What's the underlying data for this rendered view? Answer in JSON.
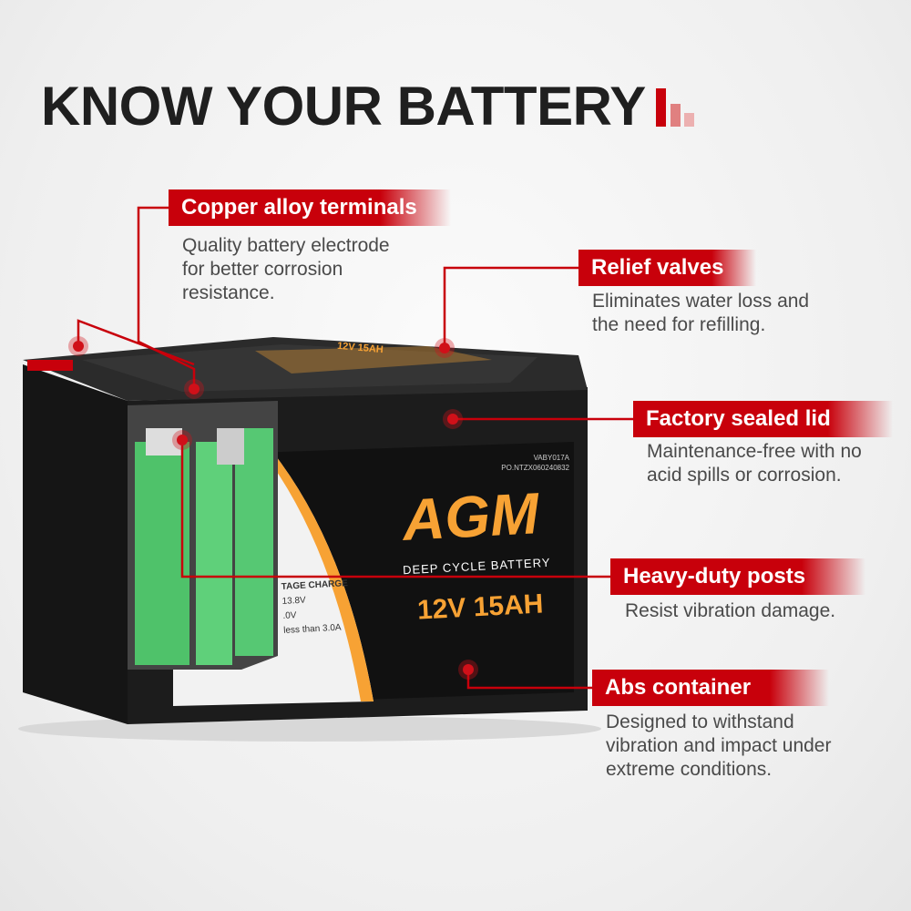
{
  "title": "KNOW YOUR BATTERY",
  "colors": {
    "accent": "#c8000b",
    "orange": "#f7a234",
    "battery": "#1a1a1a",
    "cells": "#4fc26a"
  },
  "battery_label": {
    "brand": "AGM",
    "subtitle": "DEEP CYCLE BATTERY",
    "rating": "12V 15AH",
    "model": "VABY017A",
    "po": "PO.NTZX060240832",
    "charge_heading": "TAGE CHARGE",
    "charge_lines": [
      "13.8V",
      ".0V",
      "less than 3.0A"
    ],
    "top_label": "12V 15AH"
  },
  "callouts": [
    {
      "label": "Copper alloy terminals",
      "desc": [
        "Quality battery electrode",
        "for better corrosion",
        "resistance."
      ]
    },
    {
      "label": "Relief valves",
      "desc": [
        "Eliminates water loss and",
        "the need for refilling."
      ]
    },
    {
      "label": "Factory sealed lid",
      "desc": [
        "Maintenance-free with no",
        "acid spills or corrosion."
      ]
    },
    {
      "label": "Heavy-duty posts",
      "desc": [
        "Resist vibration damage."
      ]
    },
    {
      "label": "Abs container",
      "desc": [
        "Designed to withstand",
        "vibration and impact under",
        "extreme conditions."
      ]
    }
  ]
}
